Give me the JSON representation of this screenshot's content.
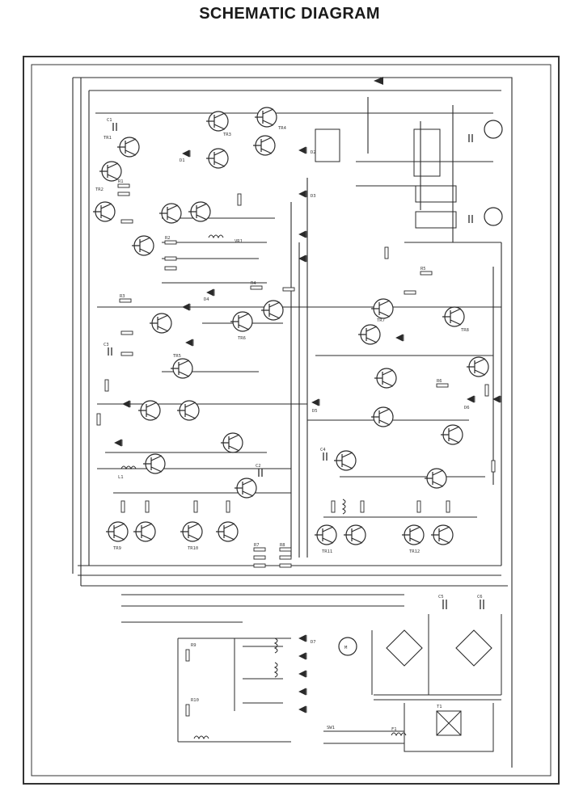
{
  "header": {
    "title": "SCHEMATIC DIAGRAM"
  },
  "colors": {
    "ink": "#2a2a2a",
    "paper": "#ffffff",
    "frame": "#333333"
  },
  "schematic": {
    "transistor_labels": [
      "TR1",
      "TR2",
      "TR3",
      "TR4",
      "TR5",
      "TR6",
      "TR7",
      "TR8",
      "TR9",
      "TR10",
      "TR11",
      "TR12"
    ],
    "resistor_labels": [
      "R1",
      "R2",
      "R3",
      "R4",
      "R5",
      "R6",
      "R7",
      "R8",
      "R9",
      "R10"
    ],
    "capacitor_labels": [
      "C1",
      "C2",
      "C3",
      "C4",
      "C5",
      "C6"
    ],
    "diode_labels": [
      "D1",
      "D2",
      "D3",
      "D4",
      "D5",
      "D6",
      "D7"
    ],
    "misc_labels": [
      "T1",
      "VR1",
      "L1",
      "SW1",
      "F1",
      "M"
    ]
  }
}
